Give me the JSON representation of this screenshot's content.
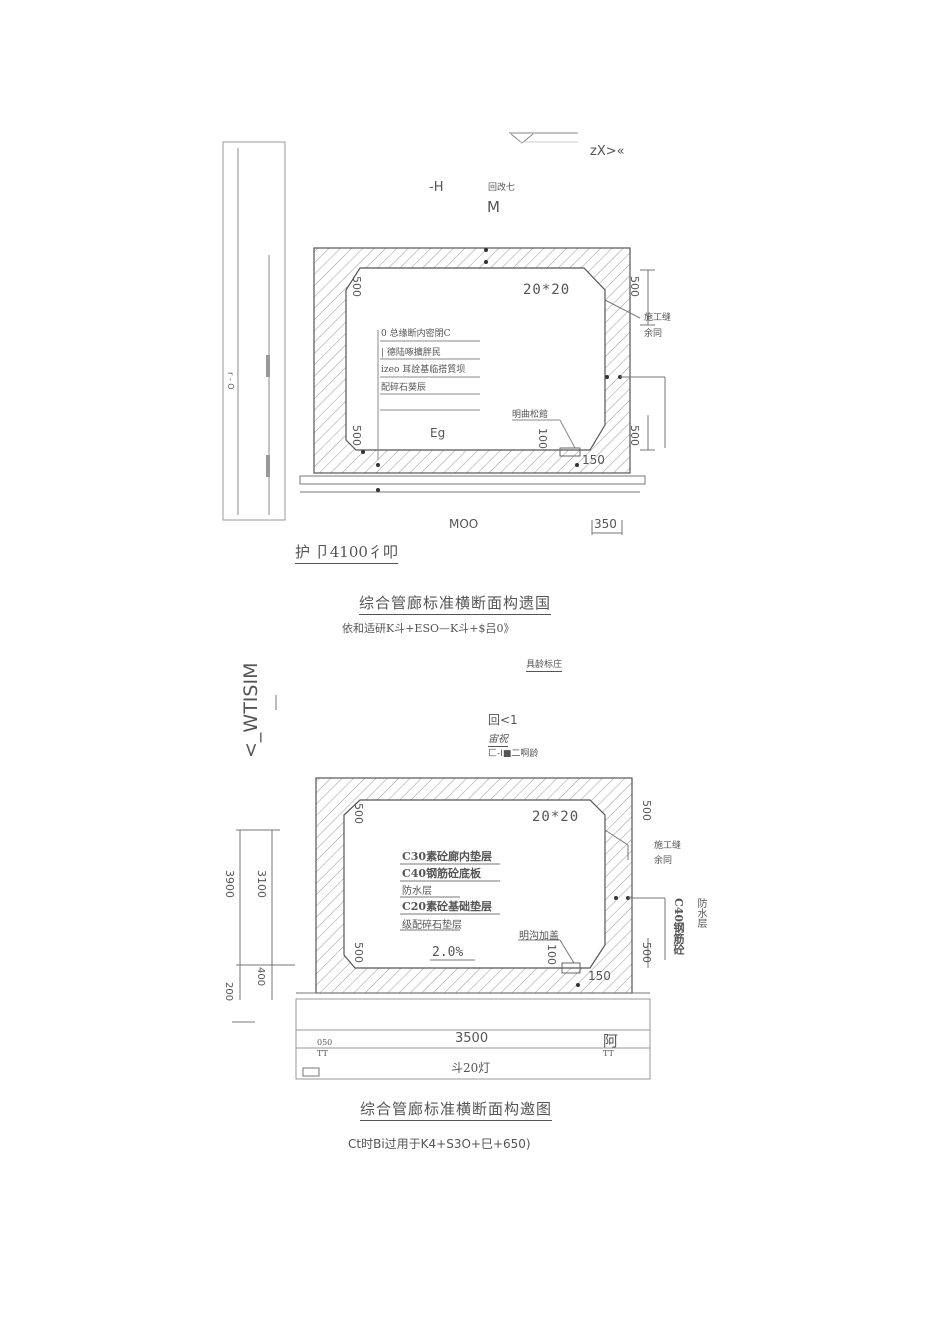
{
  "fig1": {
    "top_right": "zX>«",
    "mark_h": "-H",
    "mark_small": "回改七",
    "mark_m": "M",
    "slope": "20*20",
    "dim_500_top_left": "500",
    "dim_500_top_right": "500",
    "dim_500_bot_left": "500",
    "dim_500_bot_right": "500",
    "dim_100": "100",
    "dim_150": "150",
    "dim_350": "350",
    "joint_label": "施工缝",
    "joint_label2": "余同",
    "layers": [
      "0 总缘断内密閉C",
      "| 德陆啄擴胖民",
      "izeo 耳詮基临搭質坝",
      "配碎石葵辰"
    ],
    "eg": "Eg",
    "ditch": "明曲松館",
    "bottom_dim": "MOO",
    "side_label": "r - O",
    "foot_mark": "护 卩4100彳叩",
    "title": "综合管廊标准横断面构遗国",
    "subtitle": "依和适研K斗+ESO—K斗+$吕0》"
  },
  "fig2": {
    "top_right": "具龄标庄",
    "side_label": "<_WTISIM",
    "mark1": "回<1",
    "mark2": "宙祝",
    "mark3": "匚-I■二啊龄",
    "slope": "20*20",
    "dim_500_top_left": "500",
    "dim_500_top_right": "500",
    "dim_500_bot_left": "500",
    "dim_500_bot_right": "500",
    "dim_100": "100",
    "dim_150": "150",
    "dim_3900": "3900",
    "dim_3100": "3100",
    "dim_400": "400",
    "dim_200": "200",
    "joint_label": "施工缝",
    "joint_label2": "余同",
    "layers": [
      "C30素砼廊内垫层",
      "C40钢筋砼底板",
      "防水层",
      "C20素砼基础垫层",
      "级配碎石垫层"
    ],
    "slope_pct": "2.0%",
    "ditch": "明沟加盖",
    "right_label": "C40钢筋砼",
    "right_label2": "防水层",
    "table_050": "050",
    "table_tt1": "TT",
    "table_3500": "3500",
    "table_a": "阿",
    "table_tt2": "TT",
    "table_total": "斗20灯",
    "title": "综合管廊标准横断面构邀图",
    "subtitle": "Ct时Bi过用于K4+S3O+巳+650)"
  }
}
